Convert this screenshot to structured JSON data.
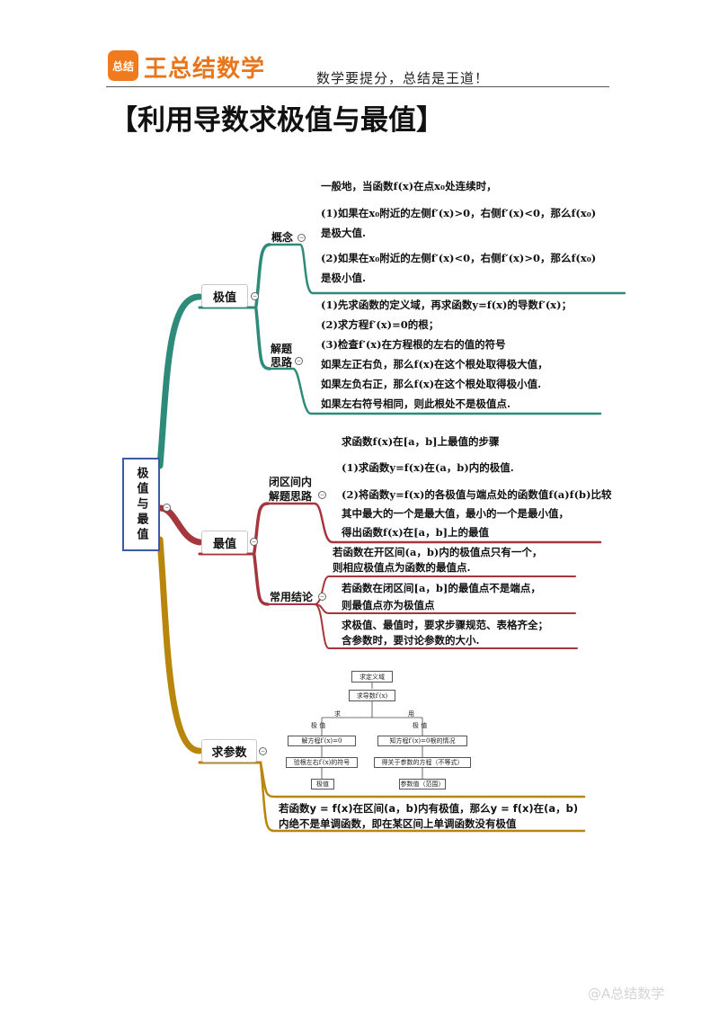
{
  "header": {
    "logo_badge": "总结",
    "logo_text": "王总结数学",
    "slogan": "数学要提分，总结是王道！"
  },
  "title": "【利用导数求极值与最值】",
  "colors": {
    "teal": "#2e8b7a",
    "maroon": "#a6363d",
    "gold": "#b8860b",
    "root_border": "#3b5aa8",
    "logo": "#f07a1e"
  },
  "mindmap": {
    "root": "极值与最值",
    "jizhi": {
      "label": "极值",
      "gainian": {
        "label": "概念",
        "lines": [
          "一般地，当函数f(x)在点x₀处连续时，",
          "(1)如果在x₀附近的左侧f′(x)>0，右侧f′(x)<0，那么f(x₀)",
          "是极大值.",
          "(2)如果在x₀附近的左侧f′(x)<0，右侧f′(x)>0，那么f(x₀)",
          "是极小值."
        ]
      },
      "jieti": {
        "label_1": "解题",
        "label_2": "思路",
        "lines": [
          "(1)先求函数的定义域，再求函数y=f(x)的导数f′(x)；",
          "(2)求方程f′(x)=0的根；",
          "(3)检查f′(x)在方程根的左右的值的符号",
          "如果左正右负，那么f(x)在这个根处取得极大值，",
          "如果左负右正，那么f(x)在这个根处取得极小值.",
          "如果左右符号相同，则此根处不是极值点."
        ]
      }
    },
    "zuizhi": {
      "label": "最值",
      "biqujian": {
        "label_1": "闭区间内",
        "label_2": "解题思路",
        "lines": [
          "求函数f(x)在[a，b]上最值的步骤",
          "(1)求函数y=f(x)在(a，b)内的极值.",
          "(2)将函数y=f(x)的各极值与端点处的函数值f(a)f(b)比较",
          "其中最大的一个是最大值，最小的一个是最小值，",
          "得出函数f(x)在[a，b]上的最值"
        ]
      },
      "changyong": {
        "label": "常用结论",
        "items": [
          [
            "若函数在开区间(a，b)内的极值点只有一个，",
            "则相应极值点为函数的最值点."
          ],
          [
            "若函数在闭区间[a，b]的最值点不是端点，",
            "则最值点亦为极值点"
          ],
          [
            "求极值、最值时，要求步骤规范、表格齐全；",
            "含参数时，要讨论参数的大小."
          ]
        ]
      }
    },
    "qiucanshu": {
      "label": "求参数",
      "flow": {
        "top": "求定义域",
        "derivative": "求导数f′(x)",
        "branch_left": "求",
        "branch_right": "用",
        "left_head": "极   值",
        "right_head": "极   值",
        "left_1": "解方程f′(x)=0",
        "left_2": "验根左右f′(x)的符号",
        "left_3": "极值",
        "right_1": "知方程f′(x)=0根的情况",
        "right_2": "得关于参数的方程（不等式）",
        "right_3": "参数值（范围）"
      },
      "note_1": "若函数y = f(x)在区间(a，b)内有极值，那么y = f(x)在(a，b)",
      "note_2": "内绝不是单调函数，即在某区间上单调函数没有极值"
    }
  },
  "watermark": "@A总结数学"
}
